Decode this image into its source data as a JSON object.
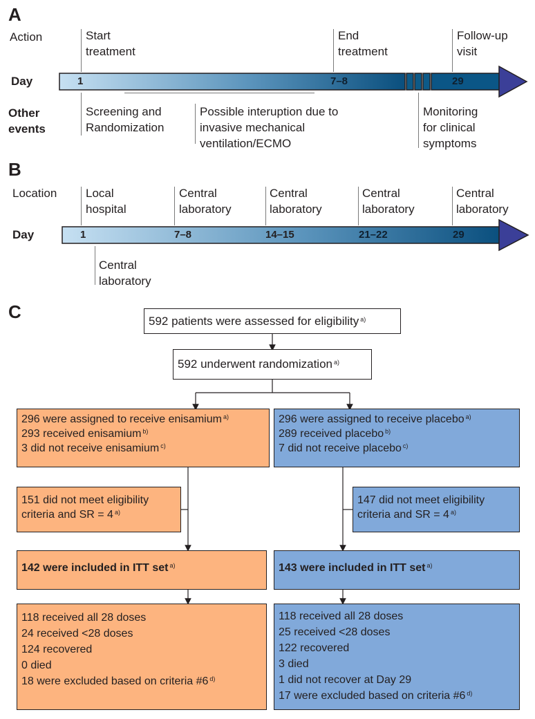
{
  "panel_a": {
    "label": "A",
    "row_action": "Action",
    "row_day": "Day",
    "row_other": [
      "Other",
      "events"
    ],
    "actions": [
      [
        "Start",
        "treatment"
      ],
      [
        "End",
        "treatment"
      ],
      [
        "Follow-up",
        "visit"
      ]
    ],
    "days": [
      "1",
      "7–8",
      "29"
    ],
    "events": [
      [
        "Screening and",
        "Randomization"
      ],
      [
        "Possible interuption due to",
        "invasive mechanical",
        "ventilation/ECMO"
      ],
      [
        "Monitoring",
        "for clinical",
        "symptoms"
      ]
    ]
  },
  "panel_b": {
    "label": "B",
    "row_location": "Location",
    "row_day": "Day",
    "locations": [
      [
        "Local",
        "hospital"
      ],
      [
        "Central",
        "laboratory"
      ],
      [
        "Central",
        "laboratory"
      ],
      [
        "Central",
        "laboratory"
      ],
      [
        "Central",
        "laboratory"
      ]
    ],
    "days": [
      "1",
      "7–8",
      "14–15",
      "21–22",
      "29"
    ],
    "below": [
      "Central",
      "laboratory"
    ]
  },
  "panel_c": {
    "label": "C",
    "assessed": {
      "text": "592 patients were assessed for eligibility",
      "sup": "a)"
    },
    "randomized": {
      "text": "592 underwent randomization",
      "sup": "a)"
    },
    "enisamium": {
      "assigned": [
        {
          "text": "296 were assigned to receive enisamium",
          "sup": "a)"
        },
        {
          "text": "293 received enisamium",
          "sup": "b)"
        },
        {
          "text": "3 did not receive enisamium",
          "sup": "c)"
        }
      ],
      "excluded": [
        {
          "text": "151 did not meet eligibility",
          "sup": ""
        },
        {
          "text": "criteria and SR = 4",
          "sup": "a)"
        }
      ],
      "itt": {
        "text": "142 were included in ITT set",
        "sup": "a)"
      },
      "outcomes": [
        {
          "text": "118 received all 28 doses",
          "sup": ""
        },
        {
          "text": "24 received <28 doses",
          "sup": ""
        },
        {
          "text": "124 recovered",
          "sup": ""
        },
        {
          "text": "0 died",
          "sup": ""
        },
        {
          "text": "18 were excluded based on criteria #6",
          "sup": "d)"
        }
      ]
    },
    "placebo": {
      "assigned": [
        {
          "text": "296 were assigned to receive placebo",
          "sup": "a)"
        },
        {
          "text": "289 received placebo",
          "sup": "b)"
        },
        {
          "text": "7 did not receive placebo",
          "sup": "c)"
        }
      ],
      "excluded": [
        {
          "text": "147 did not meet eligibility",
          "sup": ""
        },
        {
          "text": "criteria and SR = 4",
          "sup": "a)"
        }
      ],
      "itt": {
        "text": "143 were included in ITT set",
        "sup": "a)"
      },
      "outcomes": [
        {
          "text": "118 received all 28 doses",
          "sup": ""
        },
        {
          "text": "25 received <28 doses",
          "sup": ""
        },
        {
          "text": "122 recovered",
          "sup": ""
        },
        {
          "text": "3 died",
          "sup": ""
        },
        {
          "text": "1 did not recover at Day 29",
          "sup": ""
        },
        {
          "text": "17 were excluded based on criteria #6",
          "sup": "d)"
        }
      ]
    },
    "colors": {
      "enisamium": "#fdb47f",
      "placebo": "#81a9da",
      "arrow": "#3b3f98"
    }
  }
}
